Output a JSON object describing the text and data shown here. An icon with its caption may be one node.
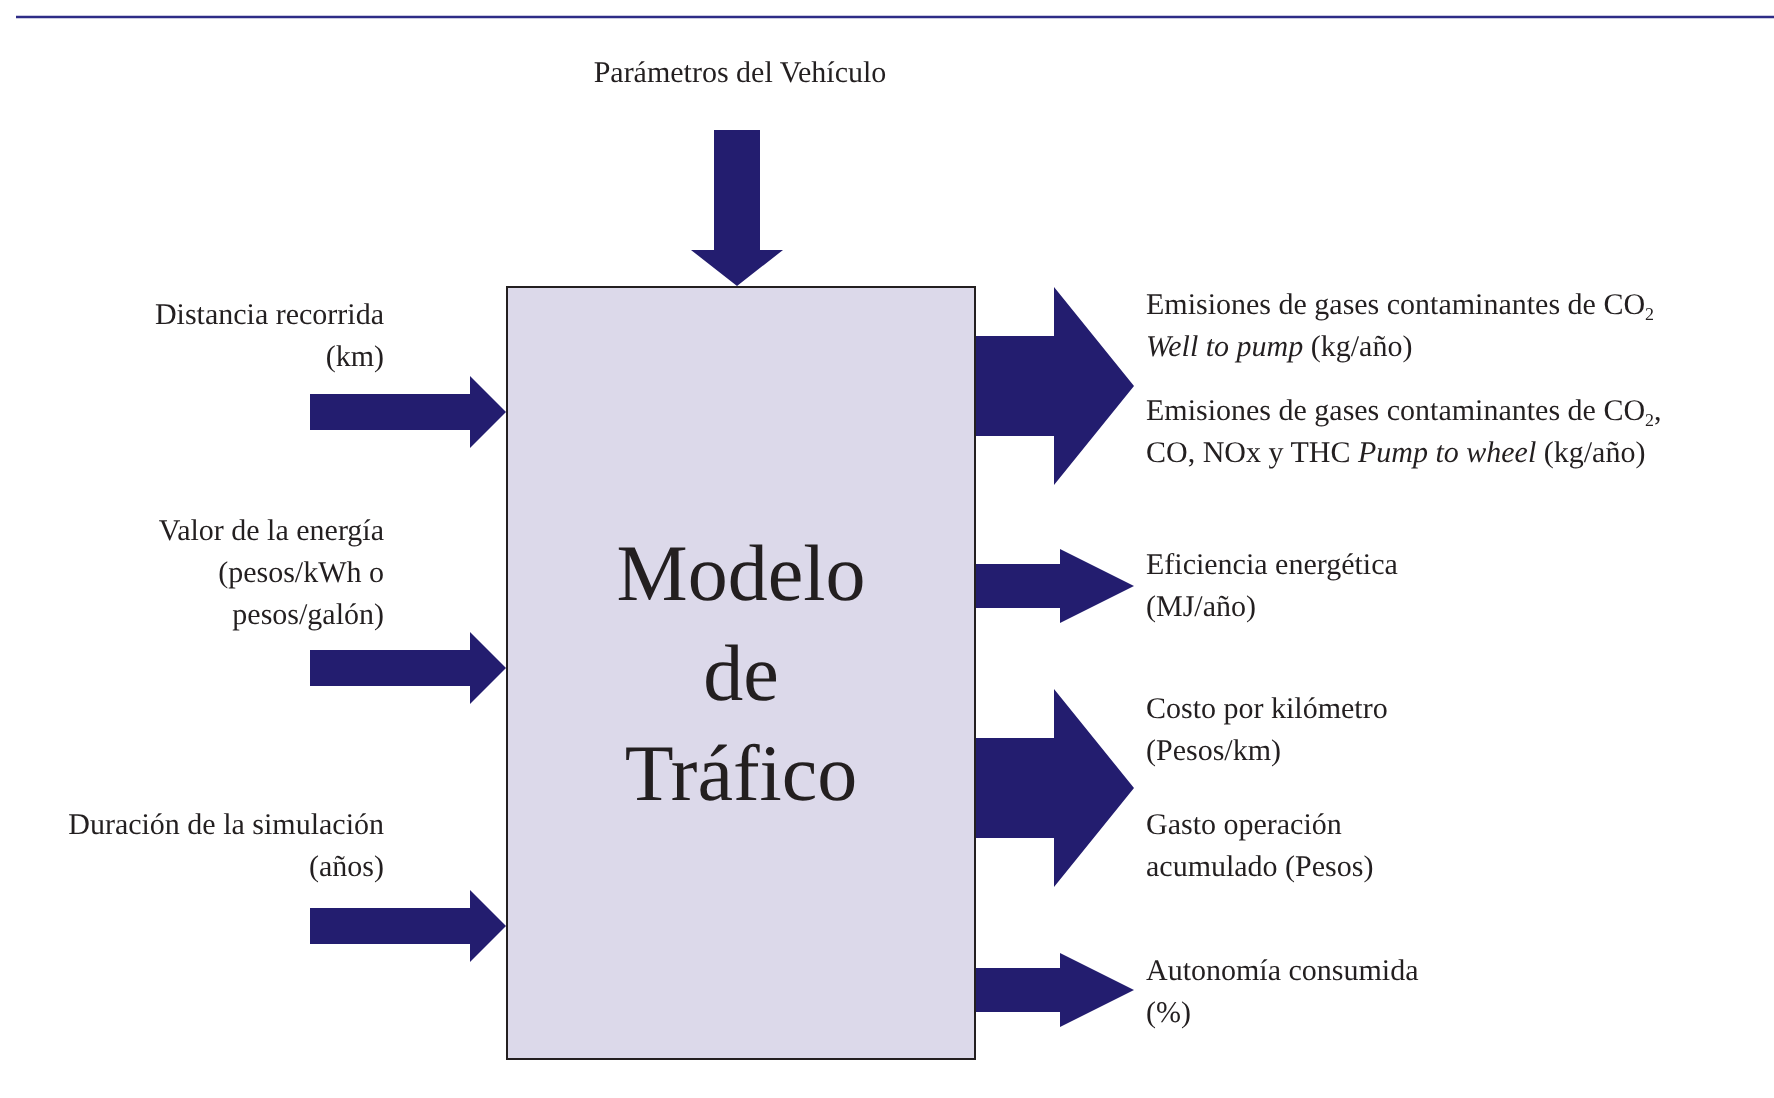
{
  "diagram": {
    "nodes": [
      {
        "text": [
          "Modelo de Tráfico"
        ]
      },
      {
        "text": [
          "Parámetros del Vehículo"
        ]
      },
      {
        "text": [
          "Distancia recorrida (km)"
        ]
      },
      {
        "text": [
          "Valor de la energía (pesos/kWh o pesos/galón)"
        ]
      },
      {
        "text": [
          "Duración de la simulación (años)"
        ]
      },
      {
        "text": [
          "Emisiones de gases contaminantes de CO$_{2}$ *Well to pump* (kg/año)"
        ]
      },
      {
        "text": [
          "Emisiones de gases contaminantes de CO$_{2}$, CO, NOx y THC *Pump to wheel* (kg/año)"
        ]
      },
      {
        "text": [
          "Eficiencia energética (MJ/año)"
        ]
      },
      {
        "text": [
          "Costo por kilómetro (Pesos/km)"
        ]
      },
      {
        "text": [
          "Gasto operación acumulado (Pesos)"
        ]
      },
      {
        "text": [
          "Autonomía consumida (%)"
        ]
      }
    ],
    "edges": [
      {
        "from": 1,
        "to": 0,
        "arrow": "to"
      },
      {
        "from": 2,
        "to": 0,
        "arrow": "to"
      },
      {
        "from": 3,
        "to": 0,
        "arrow": "to"
      },
      {
        "from": 4,
        "to": 0,
        "arrow": "to"
      },
      {
        "from": 0,
        "to": 5,
        "arrow": "to"
      },
      {
        "from": 0,
        "to": 6,
        "arrow": "to"
      },
      {
        "from": 0,
        "to": 7,
        "arrow": "to"
      },
      {
        "from": 0,
        "to": 8,
        "arrow": "to"
      },
      {
        "from": 0,
        "to": 9,
        "arrow": "to"
      },
      {
        "from": 0,
        "to": 10,
        "arrow": "to"
      }
    ]
  }
}
